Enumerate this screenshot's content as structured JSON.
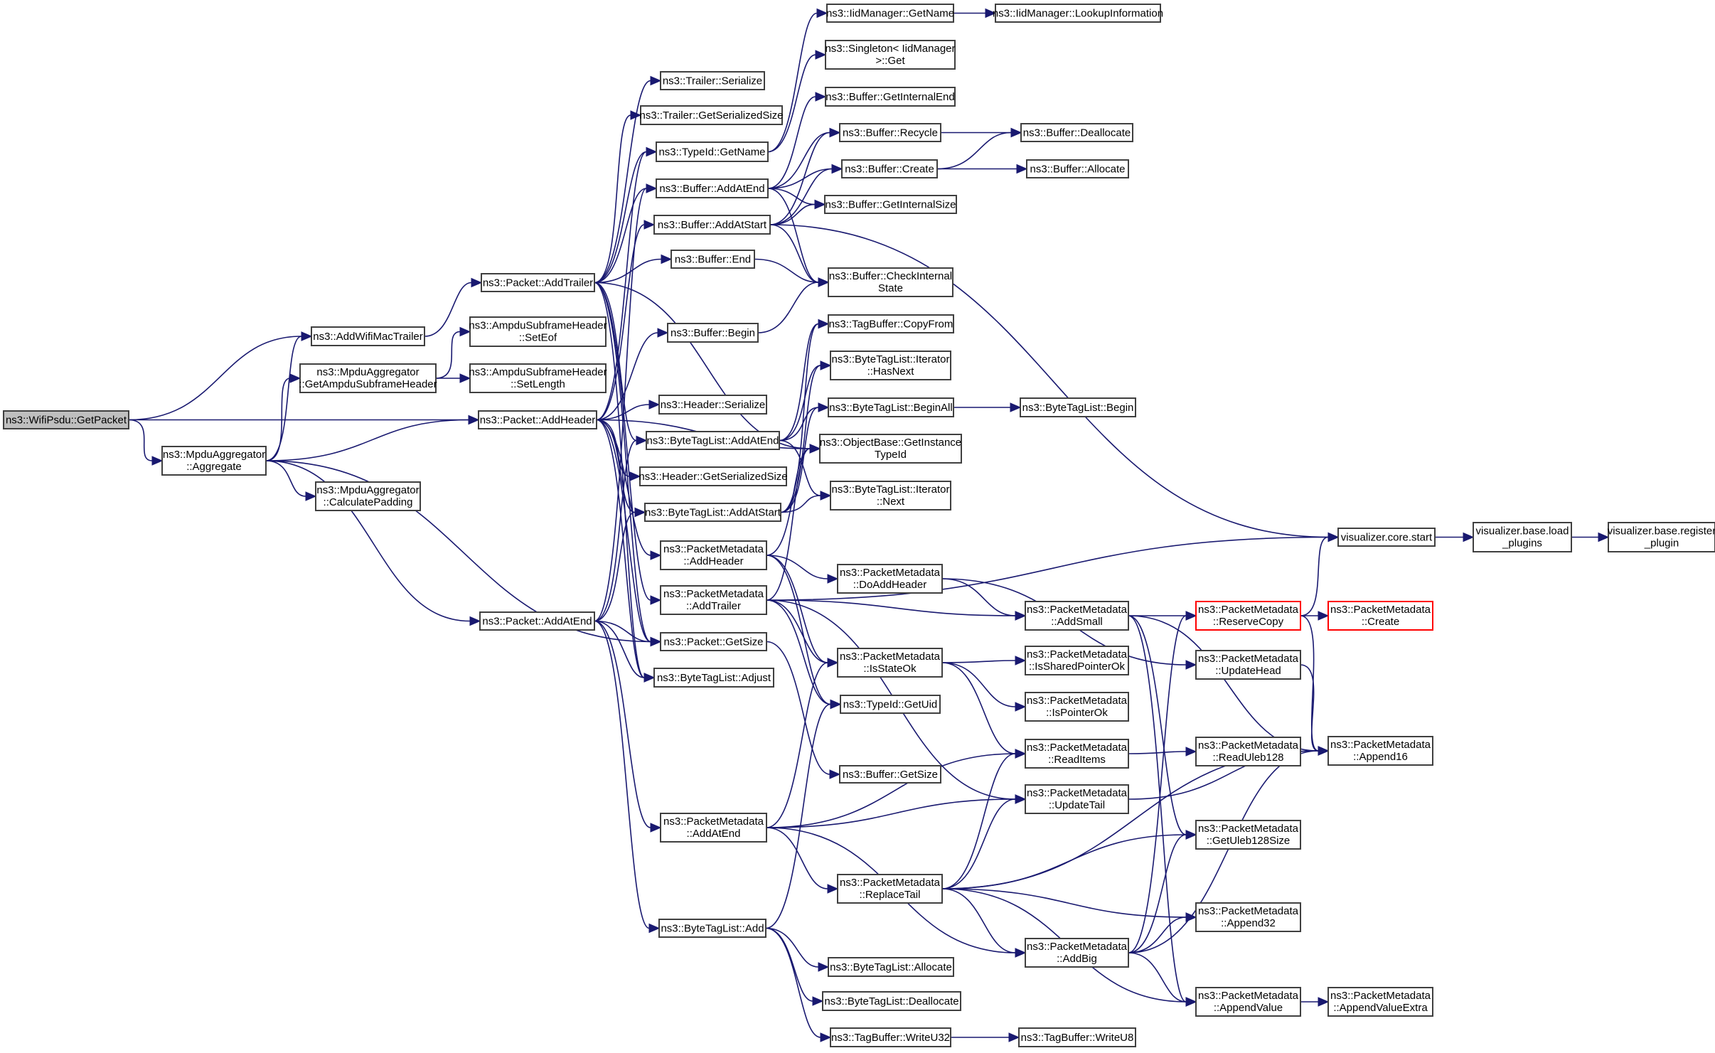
{
  "title": "Call graph of ns3::WifiPsdu::GetPacket",
  "colors": {
    "edge": "#191970",
    "root_fill": "#bfbfbf",
    "node_border": "#404040",
    "truncated_border": "#ff0000"
  },
  "nodes": [
    {
      "id": "getpacket",
      "lines": [
        "ns3::WifiPsdu::GetPacket"
      ],
      "root": true
    },
    {
      "id": "addwifimactrailer",
      "lines": [
        "ns3::AddWifiMacTrailer"
      ]
    },
    {
      "id": "getampdu",
      "lines": [
        "ns3::MpduAggregator",
        "::GetAmpduSubframeHeader"
      ]
    },
    {
      "id": "aggregate",
      "lines": [
        "ns3::MpduAggregator",
        "::Aggregate"
      ]
    },
    {
      "id": "calcpadding",
      "lines": [
        "ns3::MpduAggregator",
        "::CalculatePadding"
      ]
    },
    {
      "id": "pkt_addtrailer",
      "lines": [
        "ns3::Packet::AddTrailer"
      ]
    },
    {
      "id": "seteof",
      "lines": [
        "ns3::AmpduSubframeHeader",
        "::SetEof"
      ]
    },
    {
      "id": "setlength",
      "lines": [
        "ns3::AmpduSubframeHeader",
        "::SetLength"
      ]
    },
    {
      "id": "pkt_addheader",
      "lines": [
        "ns3::Packet::AddHeader"
      ]
    },
    {
      "id": "pkt_addatend",
      "lines": [
        "ns3::Packet::AddAtEnd"
      ]
    },
    {
      "id": "trailer_serialize",
      "lines": [
        "ns3::Trailer::Serialize"
      ]
    },
    {
      "id": "trailer_gss",
      "lines": [
        "ns3::Trailer::GetSerializedSize"
      ]
    },
    {
      "id": "typeid_getname",
      "lines": [
        "ns3::TypeId::GetName"
      ]
    },
    {
      "id": "buf_addatend",
      "lines": [
        "ns3::Buffer::AddAtEnd"
      ]
    },
    {
      "id": "buf_addatstart",
      "lines": [
        "ns3::Buffer::AddAtStart"
      ]
    },
    {
      "id": "buf_end",
      "lines": [
        "ns3::Buffer::End"
      ]
    },
    {
      "id": "buf_begin",
      "lines": [
        "ns3::Buffer::Begin"
      ]
    },
    {
      "id": "hdr_serialize",
      "lines": [
        "ns3::Header::Serialize"
      ]
    },
    {
      "id": "btl_addatend",
      "lines": [
        "ns3::ByteTagList::AddAtEnd"
      ]
    },
    {
      "id": "hdr_gss",
      "lines": [
        "ns3::Header::GetSerializedSize"
      ]
    },
    {
      "id": "btl_addatstart",
      "lines": [
        "ns3::ByteTagList::AddAtStart"
      ]
    },
    {
      "id": "pm_addheader",
      "lines": [
        "ns3::PacketMetadata",
        "::AddHeader"
      ]
    },
    {
      "id": "pm_addtrailer",
      "lines": [
        "ns3::PacketMetadata",
        "::AddTrailer"
      ]
    },
    {
      "id": "pkt_getsize",
      "lines": [
        "ns3::Packet::GetSize"
      ]
    },
    {
      "id": "btl_adjust",
      "lines": [
        "ns3::ByteTagList::Adjust"
      ]
    },
    {
      "id": "pm_addatend",
      "lines": [
        "ns3::PacketMetadata",
        "::AddAtEnd"
      ]
    },
    {
      "id": "btl_add",
      "lines": [
        "ns3::ByteTagList::Add"
      ]
    },
    {
      "id": "iid_getname",
      "lines": [
        "ns3::IidManager::GetName"
      ]
    },
    {
      "id": "iid_lookup",
      "lines": [
        "ns3::IidManager::LookupInformation"
      ]
    },
    {
      "id": "singleton_get",
      "lines": [
        "ns3::Singleton< IidManager",
        ">::Get"
      ]
    },
    {
      "id": "buf_getinternalend",
      "lines": [
        "ns3::Buffer::GetInternalEnd"
      ]
    },
    {
      "id": "buf_recycle",
      "lines": [
        "ns3::Buffer::Recycle"
      ]
    },
    {
      "id": "buf_create",
      "lines": [
        "ns3::Buffer::Create"
      ]
    },
    {
      "id": "buf_getinternalsize",
      "lines": [
        "ns3::Buffer::GetInternalSize"
      ]
    },
    {
      "id": "buf_checkinternal",
      "lines": [
        "ns3::Buffer::CheckInternal",
        "State"
      ]
    },
    {
      "id": "tb_copyfrom",
      "lines": [
        "ns3::TagBuffer::CopyFrom"
      ]
    },
    {
      "id": "btl_it_hasnext",
      "lines": [
        "ns3::ByteTagList::Iterator",
        "::HasNext"
      ]
    },
    {
      "id": "btl_beginall",
      "lines": [
        "ns3::ByteTagList::BeginAll"
      ]
    },
    {
      "id": "ob_getinstancetypeid",
      "lines": [
        "ns3::ObjectBase::GetInstance",
        "TypeId"
      ]
    },
    {
      "id": "btl_it_next",
      "lines": [
        "ns3::ByteTagList::Iterator",
        "::Next"
      ]
    },
    {
      "id": "pm_doaddheader",
      "lines": [
        "ns3::PacketMetadata",
        "::DoAddHeader"
      ]
    },
    {
      "id": "pm_isstateok",
      "lines": [
        "ns3::PacketMetadata",
        "::IsStateOk"
      ]
    },
    {
      "id": "typeid_getuid",
      "lines": [
        "ns3::TypeId::GetUid"
      ]
    },
    {
      "id": "buf_getsize",
      "lines": [
        "ns3::Buffer::GetSize"
      ]
    },
    {
      "id": "pm_replacetail",
      "lines": [
        "ns3::PacketMetadata",
        "::ReplaceTail"
      ]
    },
    {
      "id": "btl_allocate",
      "lines": [
        "ns3::ByteTagList::Allocate"
      ]
    },
    {
      "id": "btl_deallocate",
      "lines": [
        "ns3::ByteTagList::Deallocate"
      ]
    },
    {
      "id": "tb_writeu32",
      "lines": [
        "ns3::TagBuffer::WriteU32"
      ]
    },
    {
      "id": "buf_deallocate",
      "lines": [
        "ns3::Buffer::Deallocate"
      ]
    },
    {
      "id": "buf_allocate",
      "lines": [
        "ns3::Buffer::Allocate"
      ]
    },
    {
      "id": "btl_begin",
      "lines": [
        "ns3::ByteTagList::Begin"
      ]
    },
    {
      "id": "pm_addsmall",
      "lines": [
        "ns3::PacketMetadata",
        "::AddSmall"
      ]
    },
    {
      "id": "pm_issharedpointerok",
      "lines": [
        "ns3::PacketMetadata",
        "::IsSharedPointerOk"
      ]
    },
    {
      "id": "pm_ispointerok",
      "lines": [
        "ns3::PacketMetadata",
        "::IsPointerOk"
      ]
    },
    {
      "id": "pm_readitems",
      "lines": [
        "ns3::PacketMetadata",
        "::ReadItems"
      ]
    },
    {
      "id": "pm_updatetail",
      "lines": [
        "ns3::PacketMetadata",
        "::UpdateTail"
      ]
    },
    {
      "id": "pm_addbig",
      "lines": [
        "ns3::PacketMetadata",
        "::AddBig"
      ]
    },
    {
      "id": "tb_writeu8",
      "lines": [
        "ns3::TagBuffer::WriteU8"
      ]
    },
    {
      "id": "viz_core_start",
      "lines": [
        "visualizer.core.start"
      ]
    },
    {
      "id": "viz_load_plugins",
      "lines": [
        "visualizer.base.load",
        "_plugins"
      ]
    },
    {
      "id": "viz_register_plugin",
      "lines": [
        "visualizer.base.register",
        "_plugin"
      ]
    },
    {
      "id": "pm_reservecopy",
      "lines": [
        "ns3::PacketMetadata",
        "::ReserveCopy"
      ],
      "truncated": true
    },
    {
      "id": "pm_create",
      "lines": [
        "ns3::PacketMetadata",
        "::Create"
      ],
      "truncated": true
    },
    {
      "id": "pm_updatehead",
      "lines": [
        "ns3::PacketMetadata",
        "::UpdateHead"
      ]
    },
    {
      "id": "pm_readuleb128",
      "lines": [
        "ns3::PacketMetadata",
        "::ReadUleb128"
      ]
    },
    {
      "id": "pm_append16",
      "lines": [
        "ns3::PacketMetadata",
        "::Append16"
      ]
    },
    {
      "id": "pm_getuleb128size",
      "lines": [
        "ns3::PacketMetadata",
        "::GetUleb128Size"
      ]
    },
    {
      "id": "pm_append32",
      "lines": [
        "ns3::PacketMetadata",
        "::Append32"
      ]
    },
    {
      "id": "pm_appendvalue",
      "lines": [
        "ns3::PacketMetadata",
        "::AppendValue"
      ]
    },
    {
      "id": "pm_appendvalueextra",
      "lines": [
        "ns3::PacketMetadata",
        "::AppendValueExtra"
      ]
    }
  ],
  "edges": [
    [
      "getpacket",
      "addwifimactrailer"
    ],
    [
      "getpacket",
      "pkt_addheader"
    ],
    [
      "getpacket",
      "aggregate"
    ],
    [
      "addwifimactrailer",
      "pkt_addtrailer"
    ],
    [
      "getampdu",
      "seteof"
    ],
    [
      "getampdu",
      "setlength"
    ],
    [
      "aggregate",
      "addwifimactrailer"
    ],
    [
      "aggregate",
      "getampdu"
    ],
    [
      "aggregate",
      "pkt_addheader"
    ],
    [
      "aggregate",
      "calcpadding"
    ],
    [
      "aggregate",
      "pkt_addatend"
    ],
    [
      "aggregate",
      "pkt_getsize"
    ],
    [
      "pkt_addtrailer",
      "trailer_serialize"
    ],
    [
      "pkt_addtrailer",
      "trailer_gss"
    ],
    [
      "pkt_addtrailer",
      "typeid_getname"
    ],
    [
      "pkt_addtrailer",
      "buf_addatend"
    ],
    [
      "pkt_addtrailer",
      "buf_end"
    ],
    [
      "pkt_addtrailer",
      "ob_getinstancetypeid"
    ],
    [
      "pkt_addtrailer",
      "btl_addatend"
    ],
    [
      "pkt_addtrailer",
      "pm_addtrailer"
    ],
    [
      "pkt_addtrailer",
      "pkt_getsize"
    ],
    [
      "pkt_addtrailer",
      "btl_adjust"
    ],
    [
      "pkt_addheader",
      "typeid_getname"
    ],
    [
      "pkt_addheader",
      "buf_addatstart"
    ],
    [
      "pkt_addheader",
      "buf_begin"
    ],
    [
      "pkt_addheader",
      "hdr_serialize"
    ],
    [
      "pkt_addheader",
      "hdr_gss"
    ],
    [
      "pkt_addheader",
      "btl_addatstart"
    ],
    [
      "pkt_addheader",
      "pm_addheader"
    ],
    [
      "pkt_addheader",
      "ob_getinstancetypeid"
    ],
    [
      "pkt_addheader",
      "pkt_getsize"
    ],
    [
      "pkt_addheader",
      "btl_adjust"
    ],
    [
      "pkt_addatend",
      "buf_addatend"
    ],
    [
      "pkt_addatend",
      "btl_addatend"
    ],
    [
      "pkt_addatend",
      "btl_addatstart"
    ],
    [
      "pkt_addatend",
      "pkt_getsize"
    ],
    [
      "pkt_addatend",
      "btl_adjust"
    ],
    [
      "pkt_addatend",
      "pm_addatend"
    ],
    [
      "pkt_addatend",
      "btl_add"
    ],
    [
      "typeid_getname",
      "iid_getname"
    ],
    [
      "typeid_getname",
      "singleton_get"
    ],
    [
      "iid_getname",
      "iid_lookup"
    ],
    [
      "buf_addatend",
      "buf_getinternalend"
    ],
    [
      "buf_addatend",
      "buf_recycle"
    ],
    [
      "buf_addatend",
      "buf_create"
    ],
    [
      "buf_addatend",
      "buf_getinternalsize"
    ],
    [
      "buf_addatend",
      "buf_checkinternal"
    ],
    [
      "buf_addatstart",
      "buf_recycle"
    ],
    [
      "buf_addatstart",
      "buf_create"
    ],
    [
      "buf_addatstart",
      "buf_getinternalsize"
    ],
    [
      "buf_addatstart",
      "buf_checkinternal"
    ],
    [
      "buf_addatstart",
      "viz_core_start"
    ],
    [
      "buf_end",
      "buf_checkinternal"
    ],
    [
      "buf_begin",
      "buf_checkinternal"
    ],
    [
      "buf_recycle",
      "buf_deallocate"
    ],
    [
      "buf_create",
      "buf_deallocate"
    ],
    [
      "buf_create",
      "buf_allocate"
    ],
    [
      "btl_addatend",
      "tb_copyfrom"
    ],
    [
      "btl_addatend",
      "btl_it_hasnext"
    ],
    [
      "btl_addatend",
      "btl_beginall"
    ],
    [
      "btl_addatend",
      "btl_it_next"
    ],
    [
      "btl_addatstart",
      "tb_copyfrom"
    ],
    [
      "btl_addatstart",
      "btl_it_hasnext"
    ],
    [
      "btl_addatstart",
      "btl_beginall"
    ],
    [
      "btl_addatstart",
      "btl_it_next"
    ],
    [
      "btl_beginall",
      "btl_begin"
    ],
    [
      "pm_addheader",
      "ob_getinstancetypeid"
    ],
    [
      "pm_addheader",
      "pm_doaddheader"
    ],
    [
      "pm_addheader",
      "pm_isstateok"
    ],
    [
      "pm_addheader",
      "typeid_getuid"
    ],
    [
      "pm_addtrailer",
      "ob_getinstancetypeid"
    ],
    [
      "pm_addtrailer",
      "pm_addsmall"
    ],
    [
      "pm_addtrailer",
      "pm_isstateok"
    ],
    [
      "pm_addtrailer",
      "typeid_getuid"
    ],
    [
      "pm_addtrailer",
      "pm_updatetail"
    ],
    [
      "pm_addtrailer",
      "viz_core_start"
    ],
    [
      "pkt_getsize",
      "buf_getsize"
    ],
    [
      "pm_addatend",
      "pm_isstateok"
    ],
    [
      "pm_addatend",
      "pm_readitems"
    ],
    [
      "pm_addatend",
      "pm_updatetail"
    ],
    [
      "pm_addatend",
      "pm_replacetail"
    ],
    [
      "pm_addatend",
      "pm_addbig"
    ],
    [
      "btl_add",
      "typeid_getuid"
    ],
    [
      "btl_add",
      "btl_allocate"
    ],
    [
      "btl_add",
      "btl_deallocate"
    ],
    [
      "btl_add",
      "tb_writeu32"
    ],
    [
      "tb_writeu32",
      "tb_writeu8"
    ],
    [
      "pm_doaddheader",
      "pm_addsmall"
    ],
    [
      "pm_doaddheader",
      "pm_updatehead"
    ],
    [
      "pm_addsmall",
      "pm_reservecopy"
    ],
    [
      "pm_addsmall",
      "pm_append16"
    ],
    [
      "pm_addsmall",
      "pm_getuleb128size"
    ],
    [
      "pm_addsmall",
      "pm_appendvalue"
    ],
    [
      "pm_isstateok",
      "pm_issharedpointerok"
    ],
    [
      "pm_isstateok",
      "pm_ispointerok"
    ],
    [
      "pm_isstateok",
      "pm_readitems"
    ],
    [
      "pm_readitems",
      "pm_readuleb128"
    ],
    [
      "pm_updatetail",
      "pm_append16"
    ],
    [
      "pm_replacetail",
      "pm_readitems"
    ],
    [
      "pm_replacetail",
      "pm_updatetail"
    ],
    [
      "pm_replacetail",
      "pm_getuleb128size"
    ],
    [
      "pm_replacetail",
      "pm_append16"
    ],
    [
      "pm_replacetail",
      "pm_append32"
    ],
    [
      "pm_replacetail",
      "pm_addbig"
    ],
    [
      "pm_replacetail",
      "pm_appendvalue"
    ],
    [
      "pm_addbig",
      "pm_reservecopy"
    ],
    [
      "pm_addbig",
      "pm_getuleb128size"
    ],
    [
      "pm_addbig",
      "pm_append32"
    ],
    [
      "pm_addbig",
      "pm_append16"
    ],
    [
      "pm_addbig",
      "pm_appendvalue"
    ],
    [
      "pm_reservecopy",
      "viz_core_start"
    ],
    [
      "pm_reservecopy",
      "pm_create"
    ],
    [
      "pm_reservecopy",
      "pm_append16"
    ],
    [
      "pm_updatehead",
      "pm_append16"
    ],
    [
      "pm_appendvalue",
      "pm_appendvalueextra"
    ],
    [
      "viz_core_start",
      "viz_load_plugins"
    ],
    [
      "viz_load_plugins",
      "viz_register_plugin"
    ]
  ]
}
